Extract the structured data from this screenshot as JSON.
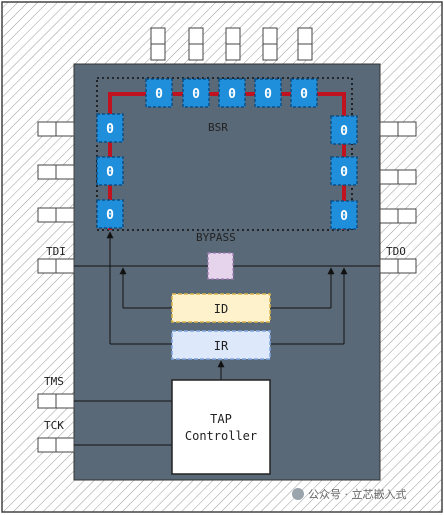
{
  "labels": {
    "bsr": "BSR",
    "bypass": "BYPASS",
    "id": "ID",
    "ir": "IR",
    "tap_line1": "TAP",
    "tap_line2": "Controller",
    "tdi": "TDI",
    "tdo": "TDO",
    "tms": "TMS",
    "tck": "TCK"
  },
  "cell_value": "0",
  "watermark": "公众号 · 立芯嵌入式",
  "colors": {
    "chip_body": "#5a6977",
    "cell_fill": "#1f8fdc",
    "cell_border": "#0b4f86",
    "scan_chain": "#c0121f",
    "id_fill": "#fdf2cc",
    "id_border": "#d9b54a",
    "ir_fill": "#dde9fb",
    "ir_border": "#7ea6e0",
    "bypass_fill": "#e6d3ec",
    "bypass_border": "#a27bb5"
  }
}
